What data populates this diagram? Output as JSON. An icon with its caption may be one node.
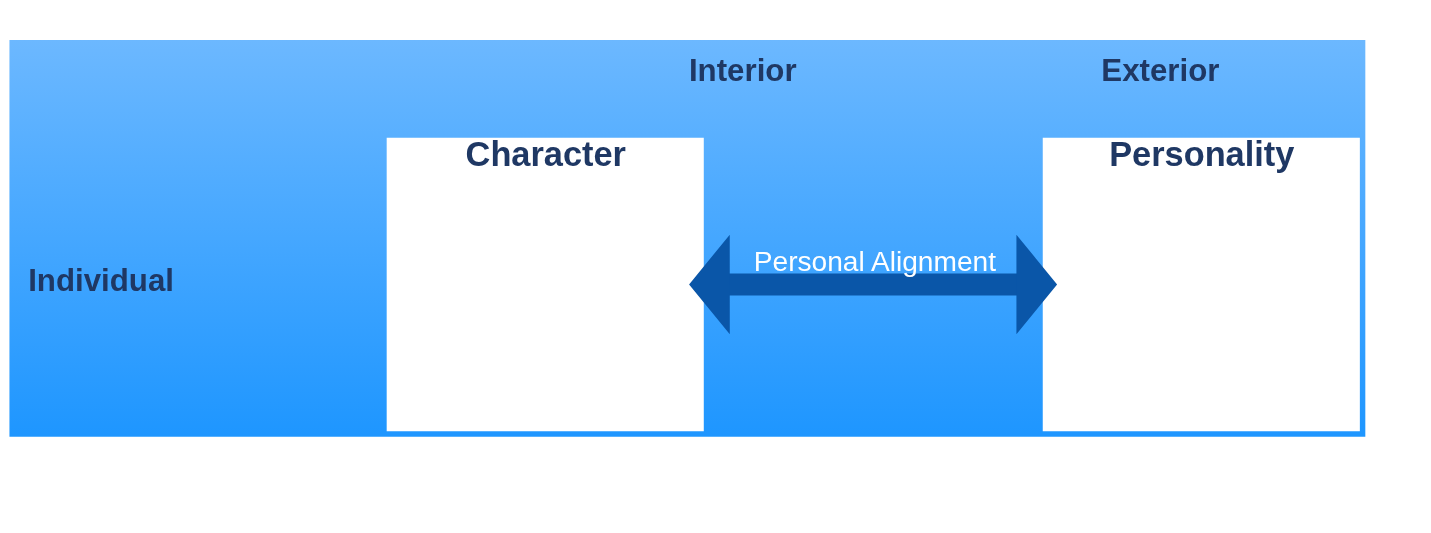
{
  "diagram": {
    "nodes": [
      {
        "text": [
          "Character"
        ]
      },
      {
        "text": [
          "Personality"
        ]
      }
    ],
    "edges": [
      {
        "from": 0,
        "to": 1,
        "arrow": "both",
        "label": "Personal Alignment"
      }
    ],
    "labels": [
      "Interior",
      "Exterior",
      "Individual"
    ]
  }
}
